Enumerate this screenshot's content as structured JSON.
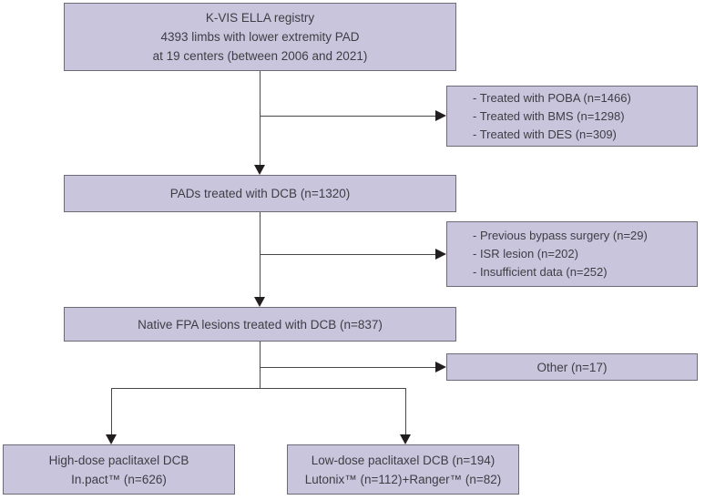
{
  "figure": {
    "background": "#ffffff",
    "box_fill": "#c8c5dd",
    "box_border": "#6e6b76",
    "line_color": "#4a4748",
    "arrow_color": "#221e1f",
    "text_color": "#3f3d43"
  },
  "boxes": {
    "registry": {
      "lines": [
        "K-VIS ELLA registry",
        "4393 limbs with lower extremity PAD",
        "at 19 centers (between 2006 and 2021)"
      ]
    },
    "excluded_treatments": {
      "items": [
        "- Treated with POBA (n=1466)",
        "- Treated with BMS (n=1298)",
        "- Treated with DES (n=309)"
      ]
    },
    "dcb_treated": {
      "label": "PADs treated with DCB (n=1320)"
    },
    "excluded_criteria": {
      "items": [
        "- Previous bypass surgery (n=29)",
        "- ISR lesion (n=202)",
        "- Insufficient data (n=252)"
      ]
    },
    "native_fpa": {
      "label": "Native FPA lesions treated with DCB (n=837)"
    },
    "other": {
      "label": "Other (n=17)"
    },
    "high_dose": {
      "lines": [
        "High-dose paclitaxel DCB",
        "In.pact™ (n=626)"
      ]
    },
    "low_dose": {
      "lines": [
        "Low-dose paclitaxel DCB (n=194)",
        "Lutonix™ (n=112)+Ranger™ (n=82)"
      ]
    }
  }
}
